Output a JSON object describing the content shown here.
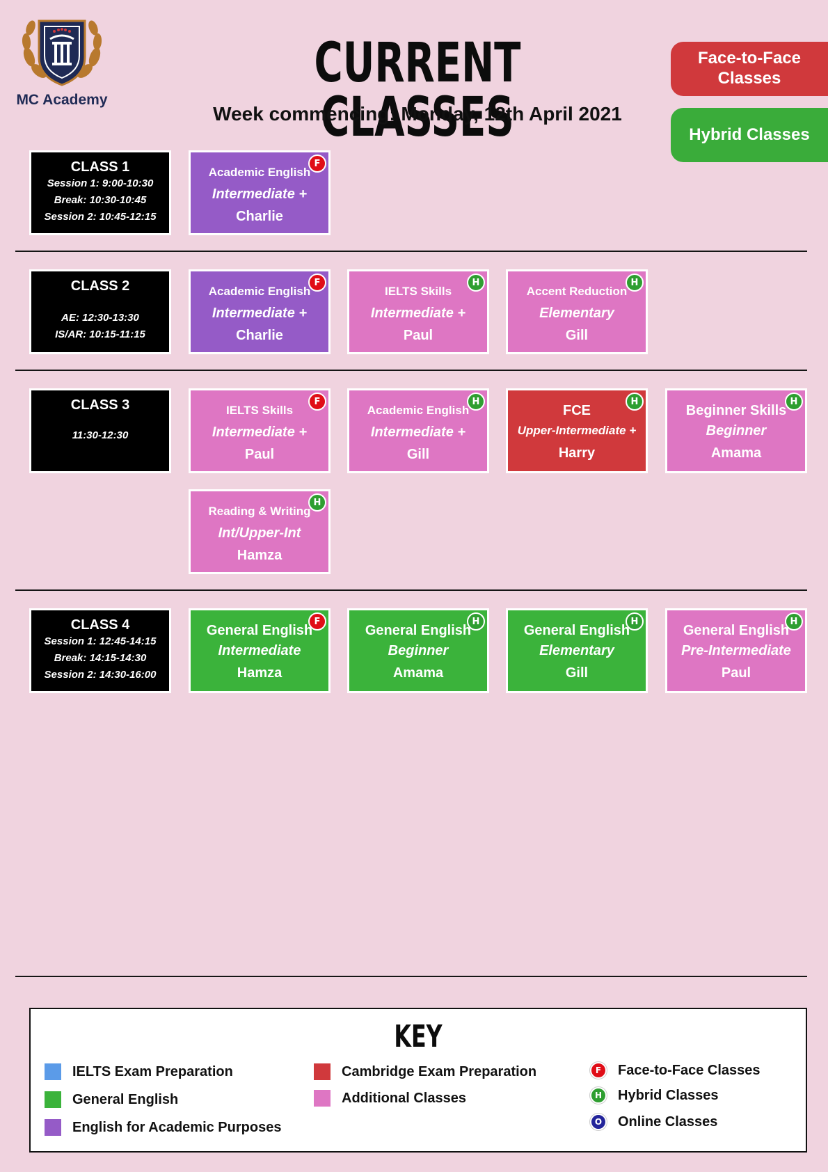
{
  "header": {
    "logo_text": "MC Academy",
    "title": "CURRENT CLASSES",
    "subtitle": "Week commencing: Monday, 12th April 2021"
  },
  "legend_pills": {
    "face_to_face": "Face-to-Face Classes",
    "hybrid": "Hybrid Classes"
  },
  "classes": [
    {
      "name": "CLASS 1",
      "sessions": [
        "Session 1: 9:00-10:30",
        "Break: 10:30-10:45",
        "Session 2: 10:45-12:15"
      ],
      "cards": [
        {
          "subject": "Academic English",
          "level": "Intermediate +",
          "teacher": "Charlie",
          "mode": "F",
          "color": "#955bc7"
        }
      ]
    },
    {
      "name": "CLASS 2",
      "sessions": [
        "AE: 12:30-13:30",
        "IS/AR: 10:15-11:15"
      ],
      "cards": [
        {
          "subject": "Academic English",
          "level": "Intermediate +",
          "teacher": "Charlie",
          "mode": "F",
          "color": "#955bc7"
        },
        {
          "subject": "IELTS Skills",
          "level": "Intermediate +",
          "teacher": "Paul",
          "mode": "H",
          "color": "#de76c3"
        },
        {
          "subject": "Accent Reduction",
          "level": "Elementary",
          "teacher": "Gill",
          "mode": "H",
          "color": "#de76c3"
        }
      ]
    },
    {
      "name": "CLASS 3",
      "sessions": [
        "11:30-12:30"
      ],
      "cards": [
        {
          "subject": "IELTS Skills",
          "level": "Intermediate +",
          "teacher": "Paul",
          "mode": "F",
          "color": "#de76c3"
        },
        {
          "subject": "Academic English",
          "level": "Intermediate +",
          "teacher": "Gill",
          "mode": "H",
          "color": "#de76c3"
        },
        {
          "subject": "FCE",
          "level": "Upper-Intermediate +",
          "teacher": "Harry",
          "mode": "H",
          "color": "#d0393c"
        },
        {
          "subject": "Beginner Skills",
          "level": "Beginner",
          "teacher": "Amama",
          "mode": "H",
          "color": "#de76c3"
        },
        {
          "subject": "Reading & Writing",
          "level": "Int/Upper-Int",
          "teacher": "Hamza",
          "mode": "H",
          "color": "#de76c3"
        }
      ]
    },
    {
      "name": "CLASS 4",
      "sessions": [
        "Session 1: 12:45-14:15",
        "Break: 14:15-14:30",
        "Session 2: 14:30-16:00"
      ],
      "cards": [
        {
          "subject": "General English",
          "level": "Intermediate",
          "teacher": "Hamza",
          "mode": "F",
          "color": "#3bb33b"
        },
        {
          "subject": "General English",
          "level": "Beginner",
          "teacher": "Amama",
          "mode": "H",
          "color": "#3bb33b"
        },
        {
          "subject": "General English",
          "level": "Elementary",
          "teacher": "Gill",
          "mode": "H",
          "color": "#3bb33b"
        },
        {
          "subject": "General English",
          "level": "Pre-Intermediate",
          "teacher": "Paul",
          "mode": "H",
          "color": "#de76c3"
        }
      ]
    }
  ],
  "key": {
    "title": "KEY",
    "categories": [
      {
        "label": "IELTS Exam Preparation",
        "color": "#5b9be8"
      },
      {
        "label": "General English",
        "color": "#3bb33b"
      },
      {
        "label": "English for Academic Purposes",
        "color": "#955bc7"
      },
      {
        "label": "Cambridge Exam Preparation",
        "color": "#d0393c"
      },
      {
        "label": "Additional Classes",
        "color": "#de76c3"
      }
    ],
    "modes": [
      {
        "symbol": "F",
        "label": "Face-to-Face Classes",
        "color": "#e00d17"
      },
      {
        "symbol": "H",
        "label": "Hybrid Classes",
        "color": "#2e9e30"
      },
      {
        "symbol": "O",
        "label": "Online Classes",
        "color": "#23249a"
      }
    ]
  }
}
